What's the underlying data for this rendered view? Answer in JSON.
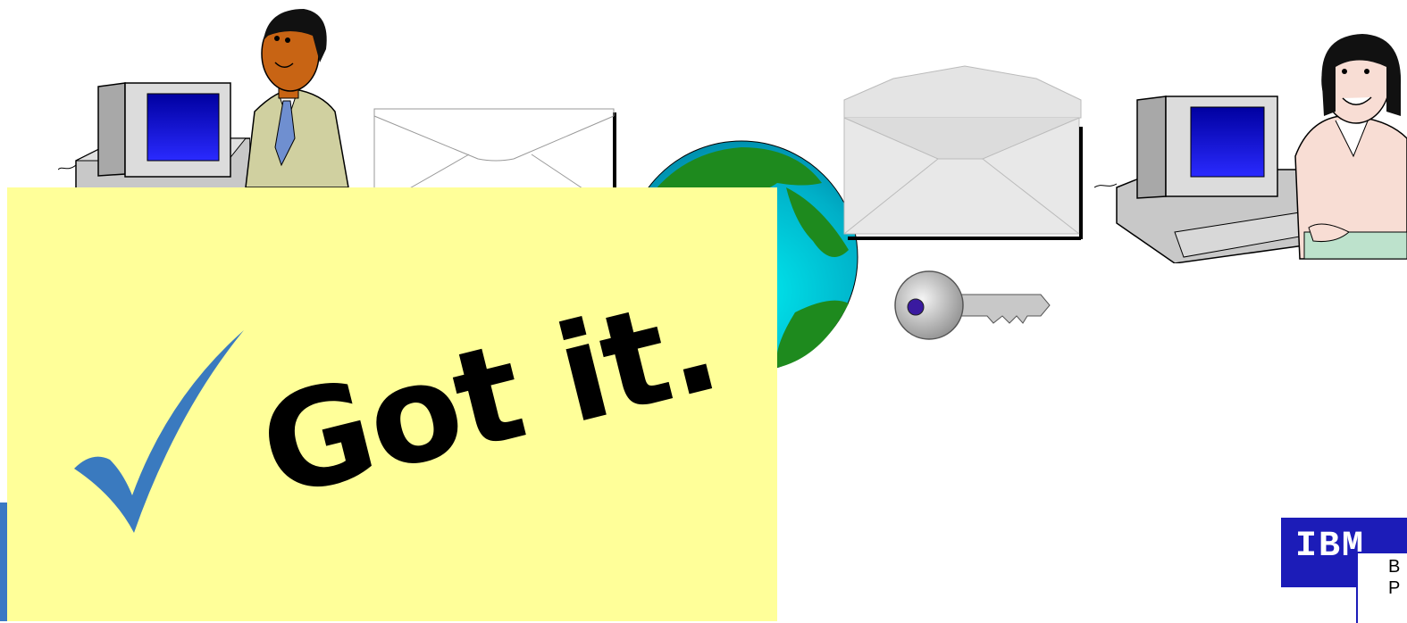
{
  "note": {
    "message": "Got it.",
    "checkmark_icon": "checkmark-icon"
  },
  "logo": {
    "text": "IBM",
    "partial_text_line1": "B",
    "partial_text_line2": "P"
  },
  "colors": {
    "note_background": "#ffff99",
    "checkmark": "#3a7abf",
    "ibm_blue": "#1c1cb8"
  }
}
